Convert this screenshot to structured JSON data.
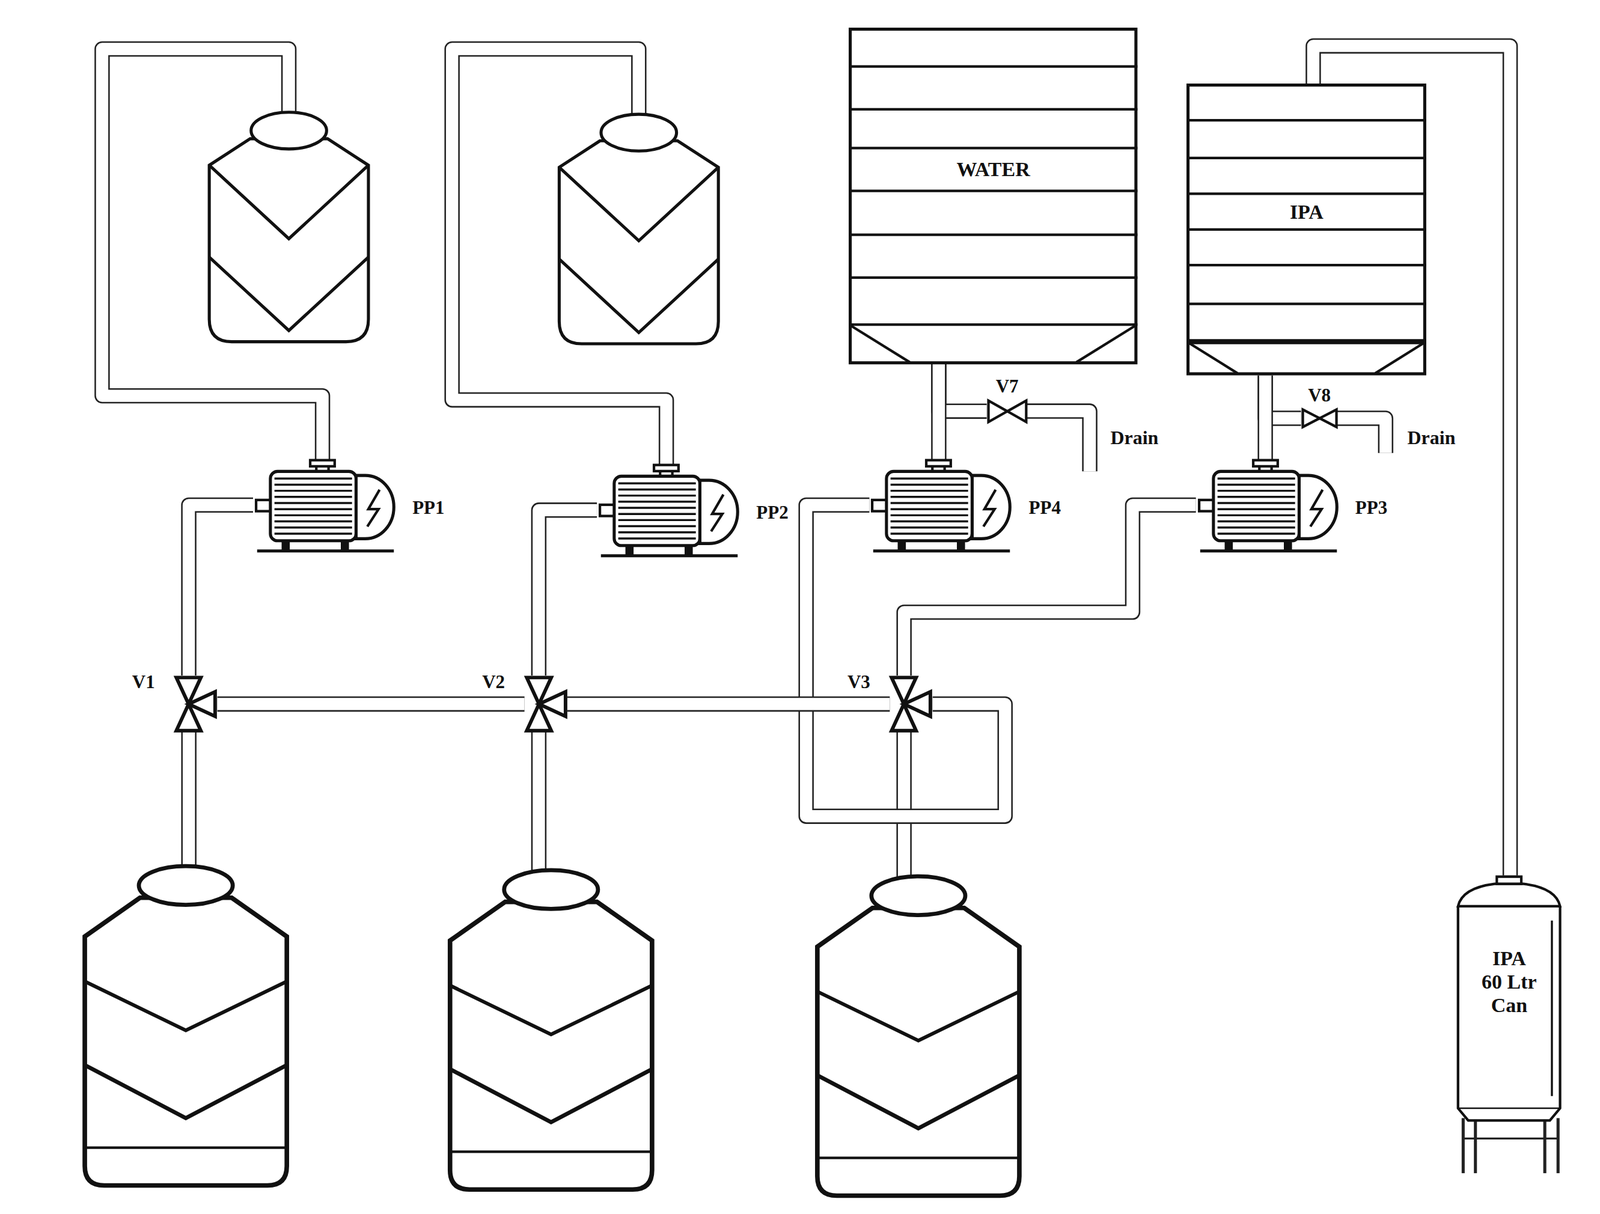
{
  "diagram": {
    "nodes": [
      {
        "text": [
          "WATER"
        ]
      },
      {
        "text": [
          "IPA"
        ]
      },
      {
        "text": [
          "V7"
        ]
      },
      {
        "text": [
          "V8"
        ]
      },
      {
        "text": [
          "PP1"
        ]
      },
      {
        "text": [
          "PP2"
        ]
      },
      {
        "text": [
          "PP4"
        ]
      },
      {
        "text": [
          "PP3"
        ]
      },
      {
        "text": [
          "V1"
        ]
      },
      {
        "text": [
          "V2"
        ]
      },
      {
        "text": [
          "V3"
        ]
      },
      {
        "text": [
          "IPA 60 Ltr Can"
        ]
      }
    ],
    "edges": [
      {
        "from": 0,
        "to": 2,
        "arrow": "none"
      },
      {
        "from": 0,
        "to": 6,
        "arrow": "none"
      },
      {
        "from": 1,
        "to": 3,
        "arrow": "none"
      },
      {
        "from": 1,
        "to": 7,
        "arrow": "none"
      },
      {
        "from": 1,
        "to": 11,
        "arrow": "none"
      },
      {
        "from": 4,
        "to": 8,
        "arrow": "none"
      },
      {
        "from": 5,
        "to": 9,
        "arrow": "none"
      },
      {
        "from": 6,
        "to": 10,
        "arrow": "none"
      },
      {
        "from": 7,
        "to": 10,
        "arrow": "none"
      },
      {
        "from": 8,
        "to": 9,
        "arrow": "none"
      },
      {
        "from": 9,
        "to": 10,
        "arrow": "none"
      }
    ],
    "labels": [
      "Drain",
      "Drain"
    ]
  }
}
